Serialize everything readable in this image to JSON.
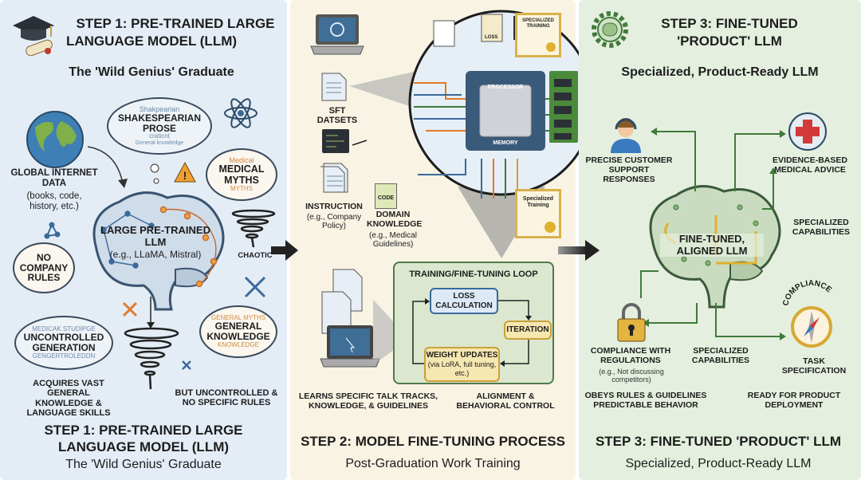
{
  "step1": {
    "title_line1": "STEP 1: PRE-TRAINED LARGE",
    "title_line2": "LANGUAGE MODEL (LLM)",
    "subtitle": "The 'Wild Genius' Graduate",
    "data_source": "GLOBAL INTERNET DATA",
    "data_source_detail": "(books, code, history, etc.)",
    "brain_label": "LARGE PRE-TRAINED LLM",
    "brain_detail": "(e.g., LLaMA, Mistral)",
    "clouds": {
      "shakespeare_small": "Shakpearian",
      "shakespeare": "SHAKESPEARIAN PROSE",
      "shakespeare_extra": "craticnt",
      "shakespeare_footer": "General knowledge",
      "medical_small": "Medical",
      "medical": "MEDICAL MYTHS",
      "medical_extra": "MYTHS",
      "no_rules": "NO COMPANY RULES",
      "uncontrolled_small": "MEDICAK STUDIPGE",
      "uncontrolled": "UNCONTROLLED GENERATION",
      "uncontrolled_extra": "GENGERTROLEDDN",
      "general_small": "GENERAL MYTHS",
      "general": "GENERAL KNOWLEDGE",
      "general_extra": "KNOWLEDGE"
    },
    "chaotic": "CHAOTIC",
    "caption_left": "ACQUIRES VAST GENERAL KNOWLEDGE & LANGUAGE SKILLS",
    "caption_right": "BUT UNCONTROLLED & NO SPECIFIC RULES",
    "footer_title_line1": "STEP 1: PRE-TRAINED LARGE",
    "footer_title_line2": "LANGUAGE MODEL (LLM)",
    "footer_subtitle": "The 'Wild Genius' Graduate"
  },
  "step2": {
    "sft": "SFT DATSETS",
    "instruction": "INSTRUCTION",
    "instruction_detail": "(e.g., Company Policy)",
    "code_file": "CODE",
    "domain": "DOMAIN KNOWLEDGE",
    "domain_detail": "(e.g., Medical Guidelines)",
    "loss_doc": "LOSS",
    "chip_top": "PROCESSOR",
    "chip_bottom": "MEMORY",
    "cert_top": "SPECIALIZED TRAINING",
    "cert_bottom": "Specialized Training",
    "loop_title": "TRAINING/FINE-TUNING LOOP",
    "loss_calc": "LOSS CALCULATION",
    "iteration": "ITERATION",
    "weight_updates": "WEIGHT UPDATES",
    "weight_detail": "(via LoRA, full tuning, etc.)",
    "caption_left": "LEARNS SPECIFIC TALK TRACKS, KNOWLEDGE, & GUIDELINES",
    "caption_right": "ALIGNMENT & BEHAVIORAL CONTROL",
    "footer_title": "STEP 2: MODEL FINE-TUNING PROCESS",
    "footer_subtitle": "Post-Graduation Work Training"
  },
  "step3": {
    "title_line1": "STEP 3: FINE-TUNED",
    "title_line2": "'PRODUCT' LLM",
    "subtitle": "Specialized, Product-Ready LLM",
    "brain_label": "FINE-TUNED, ALIGNED LLM",
    "support": "PRECISE CUSTOMER SUPPORT RESPONSES",
    "medical": "EVIDENCE-BASED MEDICAL ADVICE",
    "specialized_right": "SPECIALIZED CAPABILITIES",
    "compliance_arc": "COMPLIANCE",
    "compliance": "COMPLIANCE WITH REGULATIONS",
    "compliance_detail": "(e.g., Not discussing competitors)",
    "specialized_mid": "SPECIALIZED CAPABILITIES",
    "task": "TASK SPECIFICATION",
    "caption_left": "OBEYS RULES & GUIDELINES PREDICTABLE BEHAVIOR",
    "caption_right": "READY FOR PRODUCT DEPLOYMENT",
    "footer_title": "STEP 3: FINE-TUNED 'PRODUCT' LLM",
    "footer_subtitle": "Specialized, Product-Ready LLM"
  },
  "colors": {
    "step1_bg": "#e4edf6",
    "step2_bg": "#f8f3e3",
    "step3_bg": "#e5efdf",
    "accent_orange": "#e07a2a",
    "accent_green": "#3f7a3a",
    "accent_blue": "#3a6a9a"
  }
}
